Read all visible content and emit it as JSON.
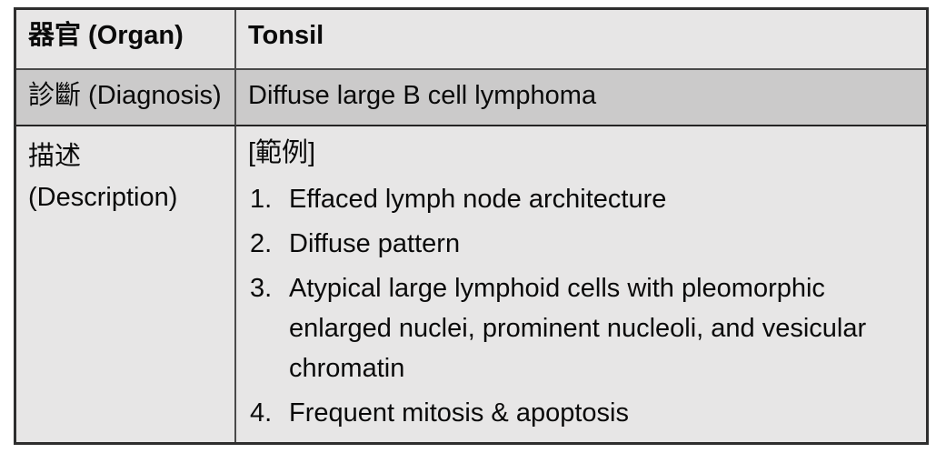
{
  "colors": {
    "page_bg": "#ffffff",
    "row_light_bg": "#e7e6e6",
    "row_dark_bg": "#cbcaca",
    "border_outer": "#2e2e2e",
    "border_inner": "#4a4a4a",
    "text": "#0a0a0a"
  },
  "table": {
    "organ_row": {
      "label": "器官 (Organ)",
      "value": "Tonsil"
    },
    "diagnosis_row": {
      "label": "診斷 (Diagnosis)",
      "value": "Diffuse large B cell lymphoma"
    },
    "description_row": {
      "label_line1": "描述",
      "label_line2": "(Description)",
      "example_tag": "[範例]",
      "items": [
        "Effaced lymph node architecture",
        "Diffuse pattern",
        "Atypical large lymphoid cells with pleomorphic enlarged nuclei, prominent nucleoli, and vesicular chromatin",
        "Frequent mitosis & apoptosis"
      ]
    }
  }
}
